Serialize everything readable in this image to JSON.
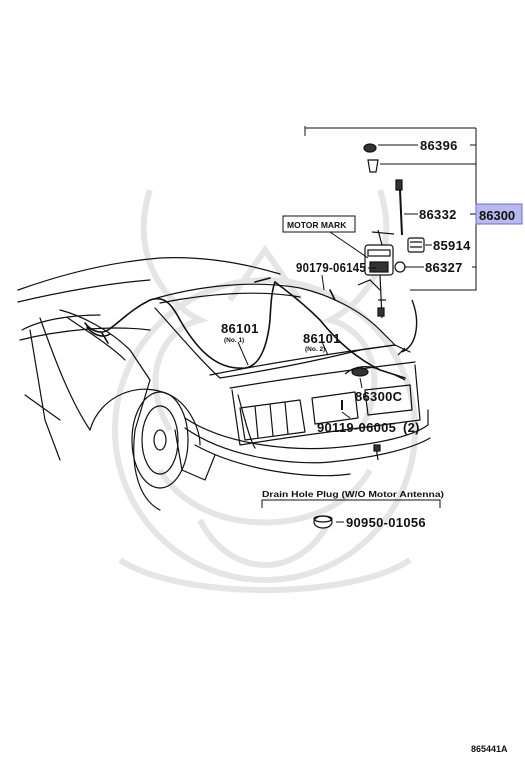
{
  "parts": {
    "p86396": "86396",
    "p86332": "86332",
    "p86300": "86300",
    "p85914": "85914",
    "p86327": "86327",
    "p90179": "90179-06145",
    "p86101a": "86101",
    "p86101a_sub": "(No. 1)",
    "p86101b": "86101",
    "p86101b_sub": "(No. 2)",
    "p86300c": "86300C",
    "p90119": "90119-06005",
    "p90119_qty": "(2)",
    "p90950": "90950-01056"
  },
  "captions": {
    "motor_mark": "MOTOR MARK",
    "drain_plug": "Drain Hole Plug (W/O Motor Antenna)",
    "diagram_id": "865441A"
  },
  "colors": {
    "highlight_fill": "#b9b9ef",
    "highlight_stroke": "#6b6bd0",
    "line": "#111111",
    "watermark": "#e6e6e6"
  }
}
